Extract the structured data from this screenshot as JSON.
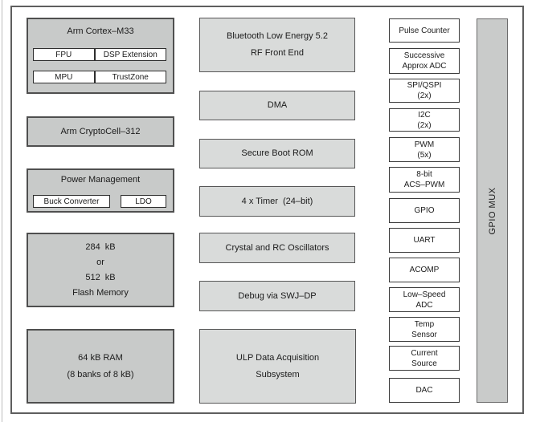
{
  "colors": {
    "left_block_fill": "#c8cac9",
    "middle_block_fill": "#d9dbda",
    "peripheral_fill": "#ffffff",
    "border_dark": "#3a3a3a",
    "frame_border": "#5e5e5e",
    "text": "#1b1b1b"
  },
  "blocks": {
    "cortex": {
      "title": "Arm Cortex–M33",
      "fpu": "FPU",
      "dsp": "DSP Extension",
      "mpu": "MPU",
      "trustzone": "TrustZone"
    },
    "cryptocell": {
      "title": "Arm CryptoCell–312"
    },
    "power": {
      "title": "Power Management",
      "buck": "Buck Converter",
      "ldo": "LDO"
    },
    "flash": {
      "lines": [
        "284  kB",
        "or",
        "512  kB",
        "Flash Memory"
      ]
    },
    "ram": {
      "lines": [
        "64 kB RAM",
        "(8 banks of 8 kB)"
      ]
    },
    "ble": {
      "lines": [
        "Bluetooth Low Energy 5.2",
        "RF Front End"
      ]
    },
    "dma": {
      "title": "DMA"
    },
    "secure_boot": {
      "title": "Secure Boot ROM"
    },
    "timer": {
      "title": "4 x Timer  (24–bit)"
    },
    "oscillators": {
      "title": "Crystal and RC Oscillators"
    },
    "debug": {
      "title": "Debug via SWJ–DP"
    },
    "ulp": {
      "lines": [
        "ULP Data Acquisition",
        "Subsystem"
      ]
    },
    "gpio_mux": {
      "title": "GPIO MUX"
    }
  },
  "peripherals": [
    {
      "lines": [
        "Pulse Counter"
      ]
    },
    {
      "lines": [
        "Successive",
        "Approx ADC"
      ]
    },
    {
      "lines": [
        "SPI/QSPI",
        "(2x)"
      ]
    },
    {
      "lines": [
        "I2C",
        "(2x)"
      ]
    },
    {
      "lines": [
        "PWM",
        "(5x)"
      ]
    },
    {
      "lines": [
        "8-bit",
        "ACS–PWM"
      ]
    },
    {
      "lines": [
        "GPIO"
      ]
    },
    {
      "lines": [
        "UART"
      ]
    },
    {
      "lines": [
        "ACOMP"
      ]
    },
    {
      "lines": [
        "Low–Speed",
        "ADC"
      ]
    },
    {
      "lines": [
        "Temp",
        "Sensor"
      ]
    },
    {
      "lines": [
        "Current",
        "Source"
      ]
    },
    {
      "lines": [
        "DAC"
      ]
    }
  ]
}
